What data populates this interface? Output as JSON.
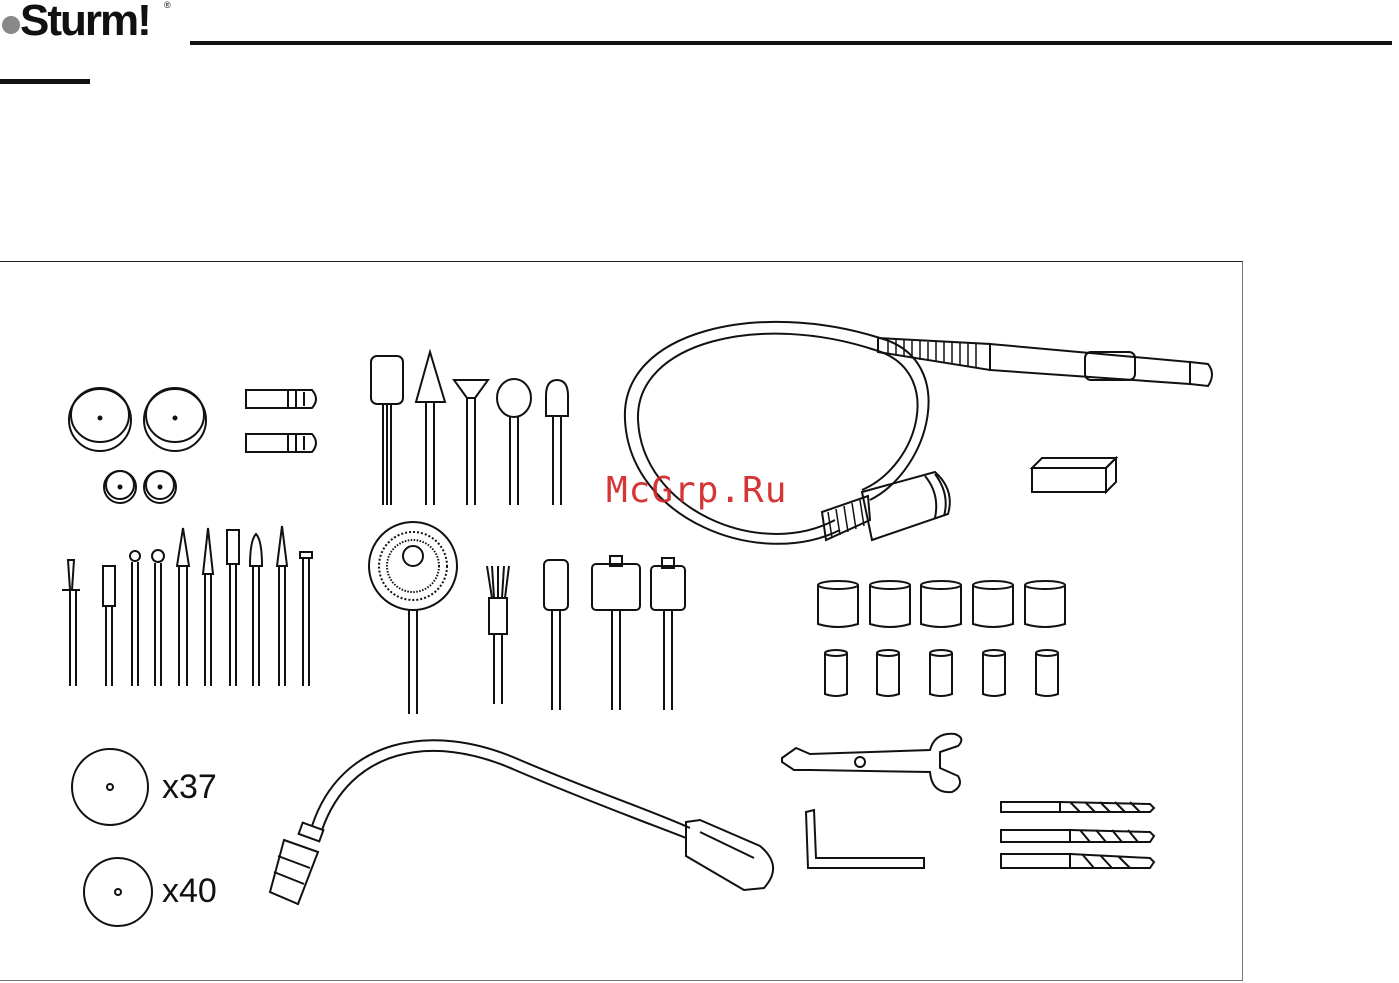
{
  "brand": {
    "name": "Sturm!",
    "registered_mark": "®",
    "dot_color": "#888888"
  },
  "accessories": {
    "cut_disc_small_qty": "x37",
    "cut_disc_large_qty": "x40"
  },
  "watermark": {
    "text": "McGrp.Ru",
    "color": "#d02020"
  }
}
